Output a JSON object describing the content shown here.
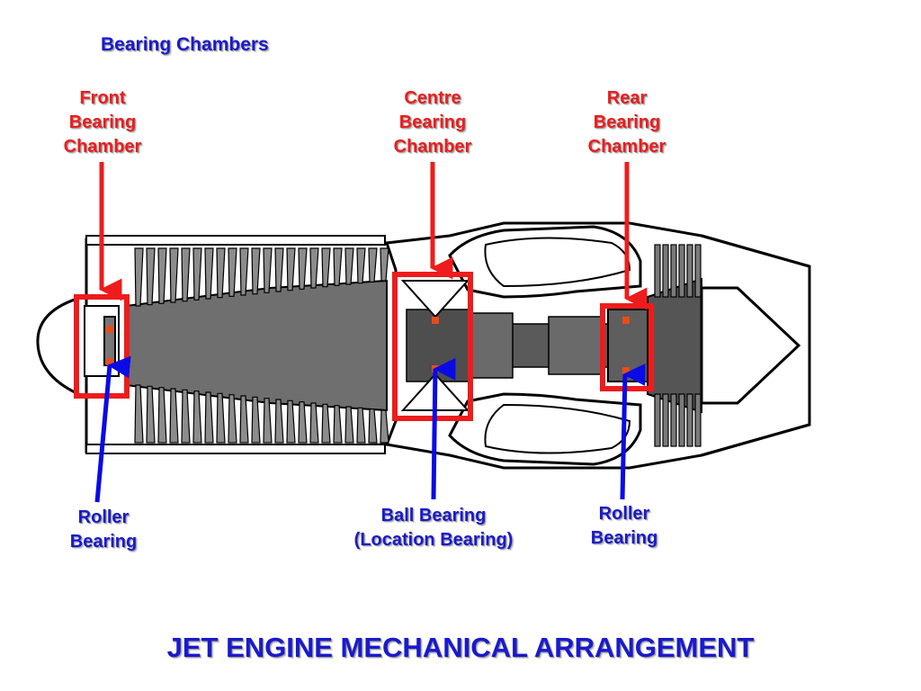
{
  "title": "Bearing Chambers",
  "labels": {
    "front": "Front\nBearing\nChamber",
    "centre": "Centre\nBearing\nChamber",
    "rear": "Rear\nBearing\nChamber",
    "roller_left": "Roller\nBearing",
    "ball": "Ball Bearing\n(Location Bearing)",
    "roller_right": "Roller\nBearing"
  },
  "bottom_title": "JET ENGINE MECHANICAL ARRANGEMENT",
  "colors": {
    "chamber_red": "#ee1c1c",
    "bearing_blue": "#0a0ae6",
    "metal_dark": "#5a5a5a",
    "metal_mid": "#8a8a8a",
    "outline": "#000000"
  }
}
